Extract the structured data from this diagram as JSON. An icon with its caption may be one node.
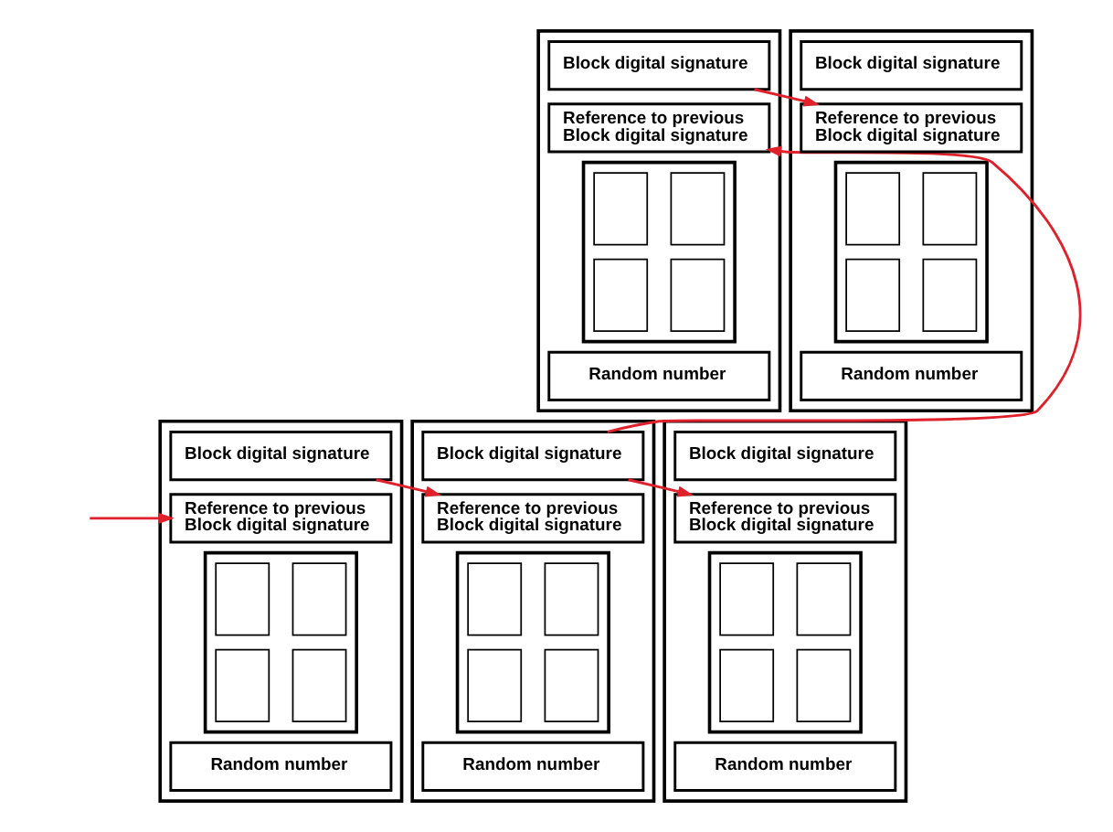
{
  "diagram": {
    "nodes": [
      {
        "text": [],
        "shape": "box"
      },
      {
        "text": [
          "Block digital signature"
        ],
        "in": 0
      },
      {
        "text": [
          "Reference to previous Block digital signature"
        ],
        "in": 0
      },
      {
        "text": [],
        "shape": "box",
        "in": 0
      },
      {
        "text": [],
        "shape": "box",
        "in": 3
      },
      {
        "text": [],
        "shape": "box",
        "in": 3
      },
      {
        "text": [],
        "shape": "box",
        "in": 3
      },
      {
        "text": [],
        "shape": "box",
        "in": 3
      },
      {
        "text": [
          "Random number"
        ],
        "in": 0
      },
      {
        "text": [],
        "shape": "box"
      },
      {
        "text": [
          "Block digital signature"
        ],
        "in": 9
      },
      {
        "text": [
          "Reference to previous Block digital signature"
        ],
        "in": 9
      },
      {
        "text": [],
        "shape": "box",
        "in": 9
      },
      {
        "text": [],
        "shape": "box",
        "in": 12
      },
      {
        "text": [],
        "shape": "box",
        "in": 12
      },
      {
        "text": [],
        "shape": "box",
        "in": 12
      },
      {
        "text": [],
        "shape": "box",
        "in": 12
      },
      {
        "text": [
          "Random number"
        ],
        "in": 9
      },
      {
        "text": [],
        "shape": "box"
      },
      {
        "text": [
          "Block digital signature"
        ],
        "in": 18
      },
      {
        "text": [
          "Reference to previous Block digital signature"
        ],
        "in": 18
      },
      {
        "text": [],
        "shape": "box",
        "in": 18
      },
      {
        "text": [],
        "shape": "box",
        "in": 21
      },
      {
        "text": [],
        "shape": "box",
        "in": 21
      },
      {
        "text": [],
        "shape": "box",
        "in": 21
      },
      {
        "text": [],
        "shape": "box",
        "in": 21
      },
      {
        "text": [
          "Random number"
        ],
        "in": 18
      },
      {
        "text": [],
        "shape": "box"
      },
      {
        "text": [
          "Block digital signature"
        ],
        "in": 27
      },
      {
        "text": [
          "Reference to previous Block digital signature"
        ],
        "in": 27
      },
      {
        "text": [],
        "shape": "box",
        "in": 27
      },
      {
        "text": [],
        "shape": "box",
        "in": 30
      },
      {
        "text": [],
        "shape": "box",
        "in": 30
      },
      {
        "text": [],
        "shape": "box",
        "in": 30
      },
      {
        "text": [],
        "shape": "box",
        "in": 30
      },
      {
        "text": [
          "Random number"
        ],
        "in": 27
      },
      {
        "text": [],
        "shape": "box"
      },
      {
        "text": [
          "Block digital signature"
        ],
        "in": 36
      },
      {
        "text": [
          "Reference to previous Block digital signature"
        ],
        "in": 36
      },
      {
        "text": [],
        "shape": "box",
        "in": 36
      },
      {
        "text": [],
        "shape": "box",
        "in": 39
      },
      {
        "text": [],
        "shape": "box",
        "in": 39
      },
      {
        "text": [],
        "shape": "box",
        "in": 39
      },
      {
        "text": [],
        "shape": "box",
        "in": 39
      },
      {
        "text": [
          "Random number"
        ],
        "in": 36
      }
    ],
    "edges": [
      {
        "from": null,
        "to": 2,
        "arrow": "to"
      },
      {
        "from": 1,
        "to": 11,
        "arrow": "to"
      },
      {
        "from": 10,
        "to": 20,
        "arrow": "to"
      },
      {
        "from": 10,
        "to": 29,
        "arrow": "to"
      },
      {
        "from": 28,
        "to": 38,
        "arrow": "to"
      }
    ]
  }
}
